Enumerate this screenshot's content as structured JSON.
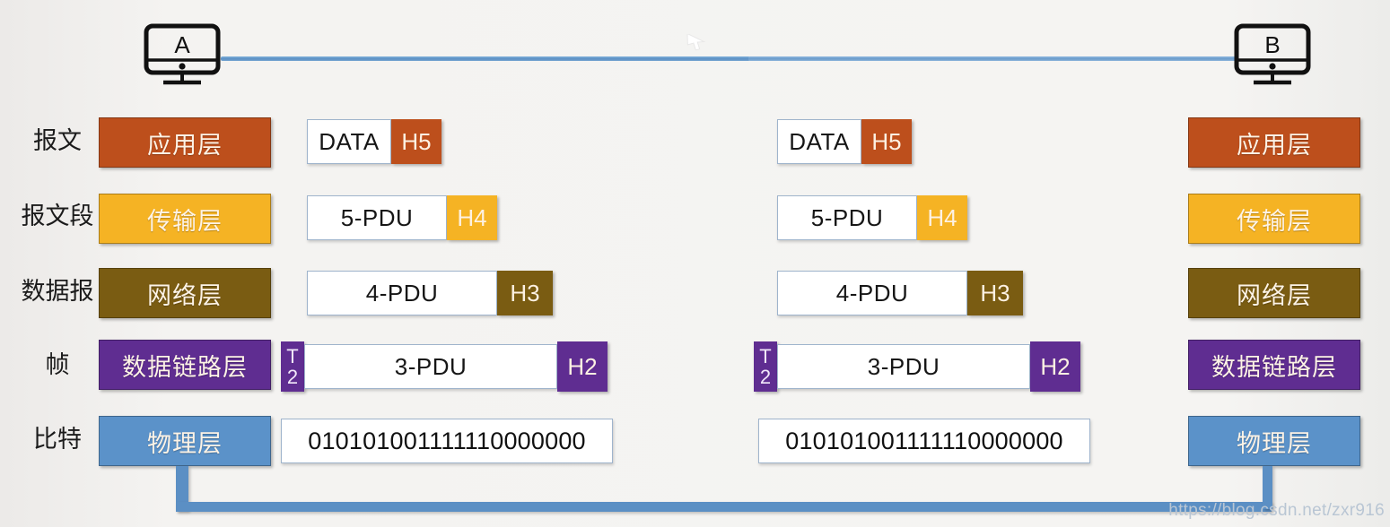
{
  "diagram": {
    "title": "OSI five-layer encapsulation between host A and host B",
    "watermark": "https://blog.csdn.net/zxr916"
  },
  "hosts": {
    "left": {
      "label": "A",
      "icon": "monitor-icon"
    },
    "right": {
      "label": "B",
      "icon": "monitor-icon"
    },
    "link_icon": "network-link-line"
  },
  "cursor": {
    "icon": "mouse-pointer-icon"
  },
  "colors": {
    "application": "#bd4f1c",
    "transport": "#f5b324",
    "network": "#7a5c12",
    "datalink": "#5f2d91",
    "physical": "#5b92c9",
    "box_border": "#9fb4cc",
    "wire": "#5b8fc4",
    "background": "#f2f2f0"
  },
  "rows": [
    {
      "caption": "报文",
      "layer": "应用层",
      "color_key": "application",
      "body": "DATA",
      "head": "H5",
      "tail": null
    },
    {
      "caption": "报文段",
      "layer": "传输层",
      "color_key": "transport",
      "body": "5-PDU",
      "head": "H4",
      "tail": null
    },
    {
      "caption": "数据报",
      "layer": "网络层",
      "color_key": "network",
      "body": "4-PDU",
      "head": "H3",
      "tail": null
    },
    {
      "caption": "帧",
      "layer": "数据链路层",
      "color_key": "datalink",
      "body": "3-PDU",
      "head": "H2",
      "tail": "T2",
      "tail_top": "T",
      "tail_bottom": "2"
    },
    {
      "caption": "比特",
      "layer": "物理层",
      "color_key": "physical",
      "body": "010101001111110000000",
      "head": null,
      "tail": null
    }
  ]
}
